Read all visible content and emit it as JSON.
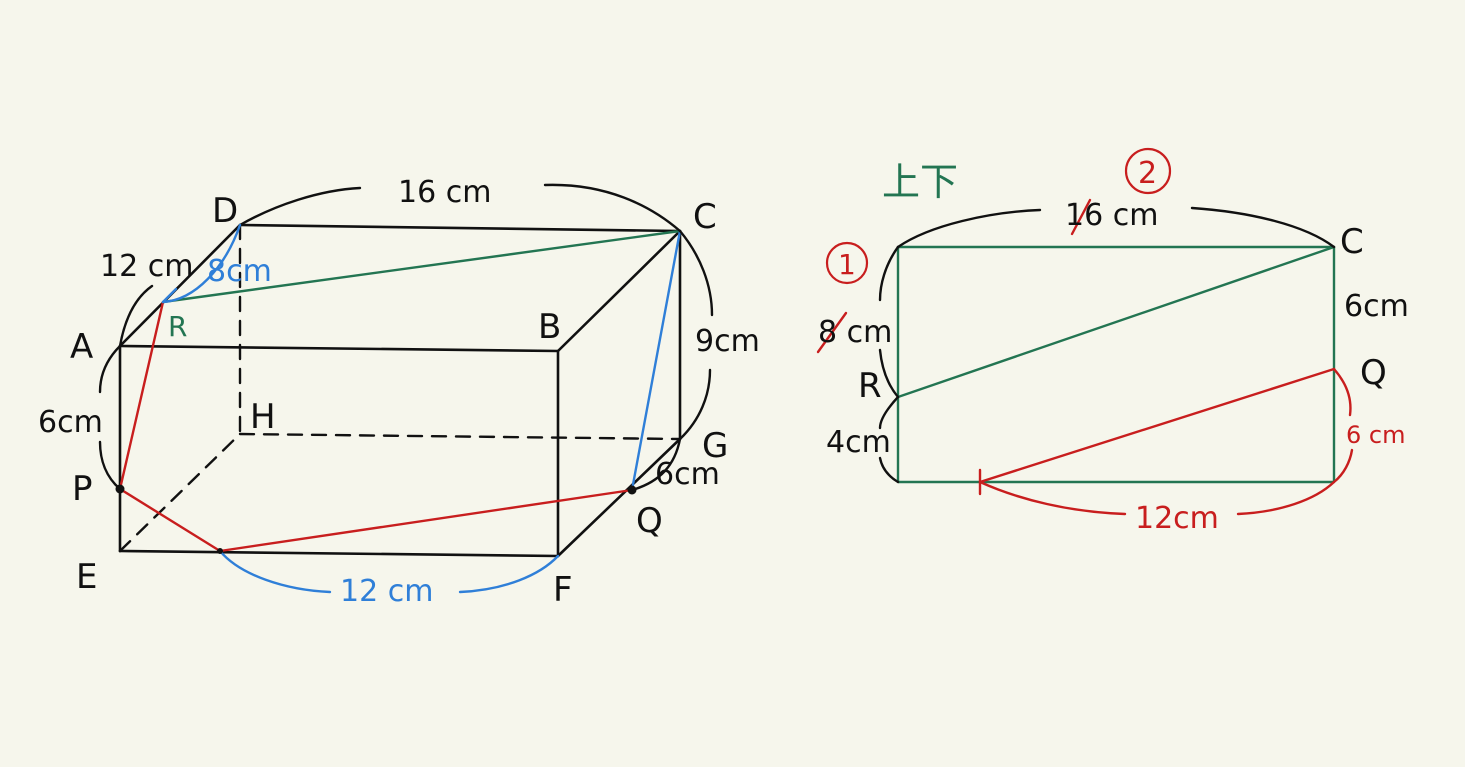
{
  "colors": {
    "background": "#f6f6ec",
    "edge": "#111111",
    "red": "#c81e1e",
    "green": "#237552",
    "blue": "#2f7fd8"
  },
  "solid": {
    "vertices": {
      "A": "A",
      "B": "B",
      "C": "C",
      "D": "D",
      "E": "E",
      "F": "F",
      "G": "G",
      "H": "H",
      "P": "P",
      "Q": "Q",
      "R": "R"
    },
    "measures": {
      "dc": "16 cm",
      "ad": "12 cm",
      "dr": "8cm",
      "ap": "6cm",
      "cg": "9cm",
      "gq": "6cm",
      "ef": "12 cm"
    }
  },
  "top_view": {
    "title": "上下",
    "vertex_c": "C",
    "vertex_r": "R",
    "vertex_q": "Q",
    "circle_1": "1",
    "circle_2": "2",
    "top_len": "16 cm",
    "left_upper": "8 cm",
    "left_lower": "4cm",
    "right_upper": "6cm",
    "right_lower": "6 cm",
    "bottom_len": "12cm"
  }
}
